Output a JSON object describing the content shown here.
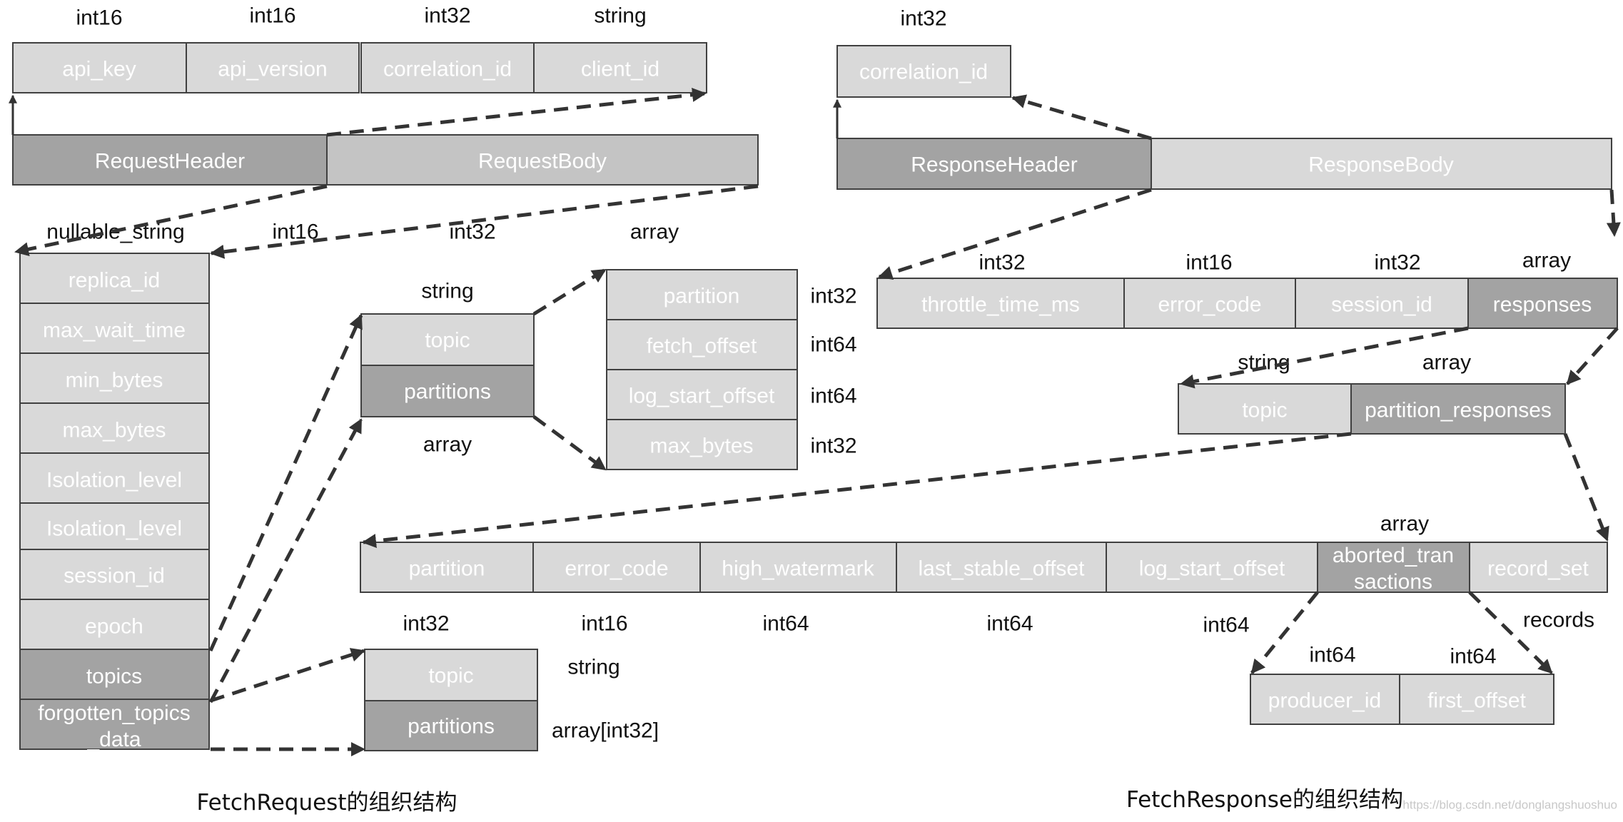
{
  "request": {
    "caption": "FetchRequest的组织结构",
    "header_fields": [
      "api_key",
      "api_version",
      "correlation_id",
      "client_id"
    ],
    "header_field_types": [
      "int16",
      "int16",
      "int32",
      "string"
    ],
    "root": [
      "RequestHeader",
      "RequestBody"
    ],
    "body_fields": [
      "replica_id",
      "max_wait_time",
      "min_bytes",
      "max_bytes",
      "Isolation_level",
      "Isolation_level",
      "session_id",
      "epoch",
      "topics",
      "forgotten_topics\n_data"
    ],
    "body_types": [
      "nullable_string",
      "int16",
      "int32",
      "array"
    ],
    "topic_fields": [
      "topic",
      "partitions"
    ],
    "topic_field_types": [
      "string",
      "array"
    ],
    "partition_fields": [
      "partition",
      "fetch_offset",
      "log_start_offset",
      "max_bytes"
    ],
    "partition_field_types": [
      "int32",
      "int64",
      "int64",
      "int32"
    ],
    "forgotten_fields": [
      "topic",
      "partitions"
    ],
    "forgotten_field_types": [
      "string",
      "array[int32]"
    ]
  },
  "response": {
    "caption": "FetchResponse的组织结构",
    "header_fields": [
      "correlation_id"
    ],
    "header_field_types": [
      "int32"
    ],
    "root": [
      "ResponseHeader",
      "ResponseBody"
    ],
    "body_fields": [
      "throttle_time_ms",
      "error_code",
      "session_id",
      "responses"
    ],
    "body_field_types": [
      "int32",
      "int16",
      "int32",
      "array"
    ],
    "response_fields": [
      "topic",
      "partition_responses"
    ],
    "response_field_types": [
      "string",
      "array"
    ],
    "partition_response_fields": [
      "partition",
      "error_code",
      "high_watermark",
      "last_stable_offset",
      "log_start_offset",
      "aborted_tran\nsactions",
      "record_set"
    ],
    "partition_response_types": [
      "int32",
      "int16",
      "int64",
      "int64",
      "int64",
      "array",
      "records"
    ],
    "aborted_fields": [
      "producer_id",
      "first_offset"
    ],
    "aborted_field_types": [
      "int64",
      "int64"
    ]
  },
  "watermark": "https://blog.csdn.net/donglangshuoshuo"
}
